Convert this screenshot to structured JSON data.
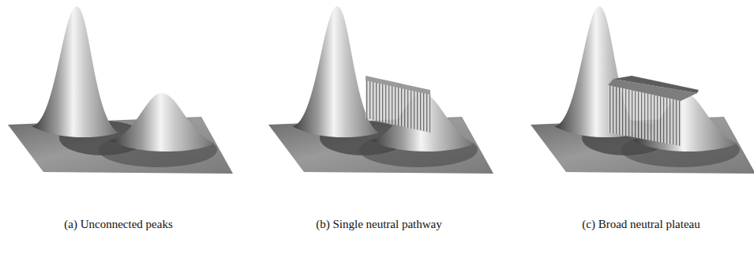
{
  "diagram": {
    "labels": [
      "(a) Unconnected peaks",
      "(b) Single neutral pathway",
      "(c) Broad neutral plateau"
    ]
  }
}
